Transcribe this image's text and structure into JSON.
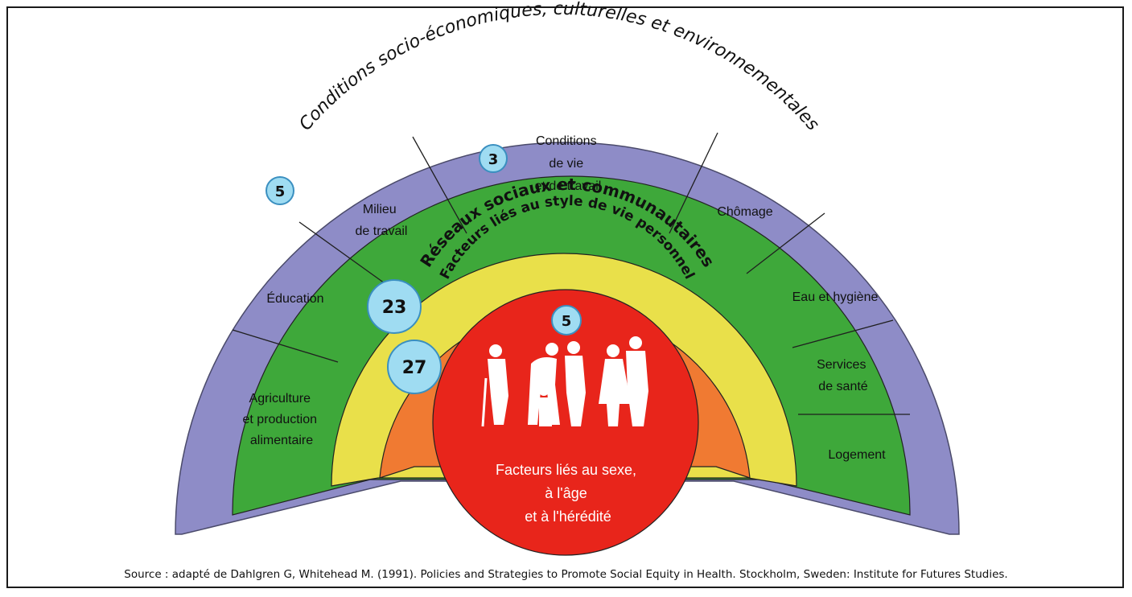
{
  "outer_band": {
    "title": "Conditions socio-économiques, culturelles et environnementales",
    "badge": "5",
    "color": "#8e8cc7"
  },
  "sectors": {
    "agriculture": [
      "Agriculture",
      "et production",
      "alimentaire"
    ],
    "education": [
      "Éducation"
    ],
    "work_env": [
      "Milieu",
      "de travail"
    ],
    "living": [
      "Conditions",
      "de vie",
      "et de travail"
    ],
    "unemployment": [
      "Chômage"
    ],
    "water": [
      "Eau et hygiène"
    ],
    "health_services": [
      "Services",
      "de santé"
    ],
    "housing": [
      "Logement"
    ],
    "color": "#3ea83a"
  },
  "living_badge": "3",
  "social_ring": {
    "title": "Réseaux sociaux et communautaires",
    "badge": "23",
    "color": "#e9e04a"
  },
  "lifestyle_ring": {
    "title": "Facteurs liés au style de vie personnel",
    "badge": "27",
    "color": "#f07a32"
  },
  "core": {
    "badge": "5",
    "lines": [
      "Facteurs liés au sexe,",
      "à l'âge",
      "et à l'hérédité"
    ],
    "color": "#e8251b"
  },
  "source": "Source : adapté de Dahlgren G, Whitehead M. (1991). Policies and Strategies to Promote Social Equity in Health. Stockholm, Sweden: Institute for Futures Studies."
}
